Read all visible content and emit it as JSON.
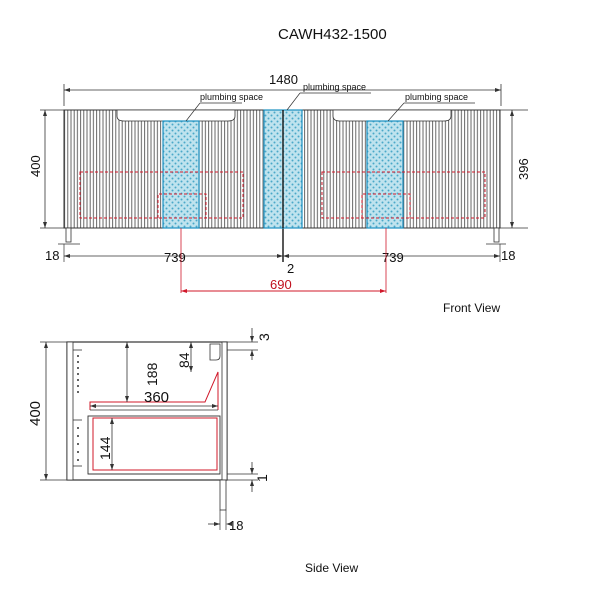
{
  "title": "CAWH432-1500",
  "front_view": {
    "label": "Front View",
    "overall_width": "1480",
    "height_left": "400",
    "height_right": "396",
    "leg_left": "18",
    "leg_right": "18",
    "segment_left": "739",
    "segment_right": "739",
    "gap": "2",
    "pipe_spacing": "690",
    "plumbing_labels": [
      "plumbing space",
      "plumbing space",
      "plumbing space"
    ]
  },
  "side_view": {
    "label": "Side View",
    "height": "400",
    "top_offset": "3",
    "drawer_gap": "84",
    "upper_depth": "188",
    "inner_width": "360",
    "lower_depth": "144",
    "bottom_offset": "1",
    "leg": "18"
  },
  "colors": {
    "outline": "#333333",
    "red": "#d0182a",
    "blue": "#1a8fc0",
    "plumbing_fill": "#9fd7e6"
  }
}
